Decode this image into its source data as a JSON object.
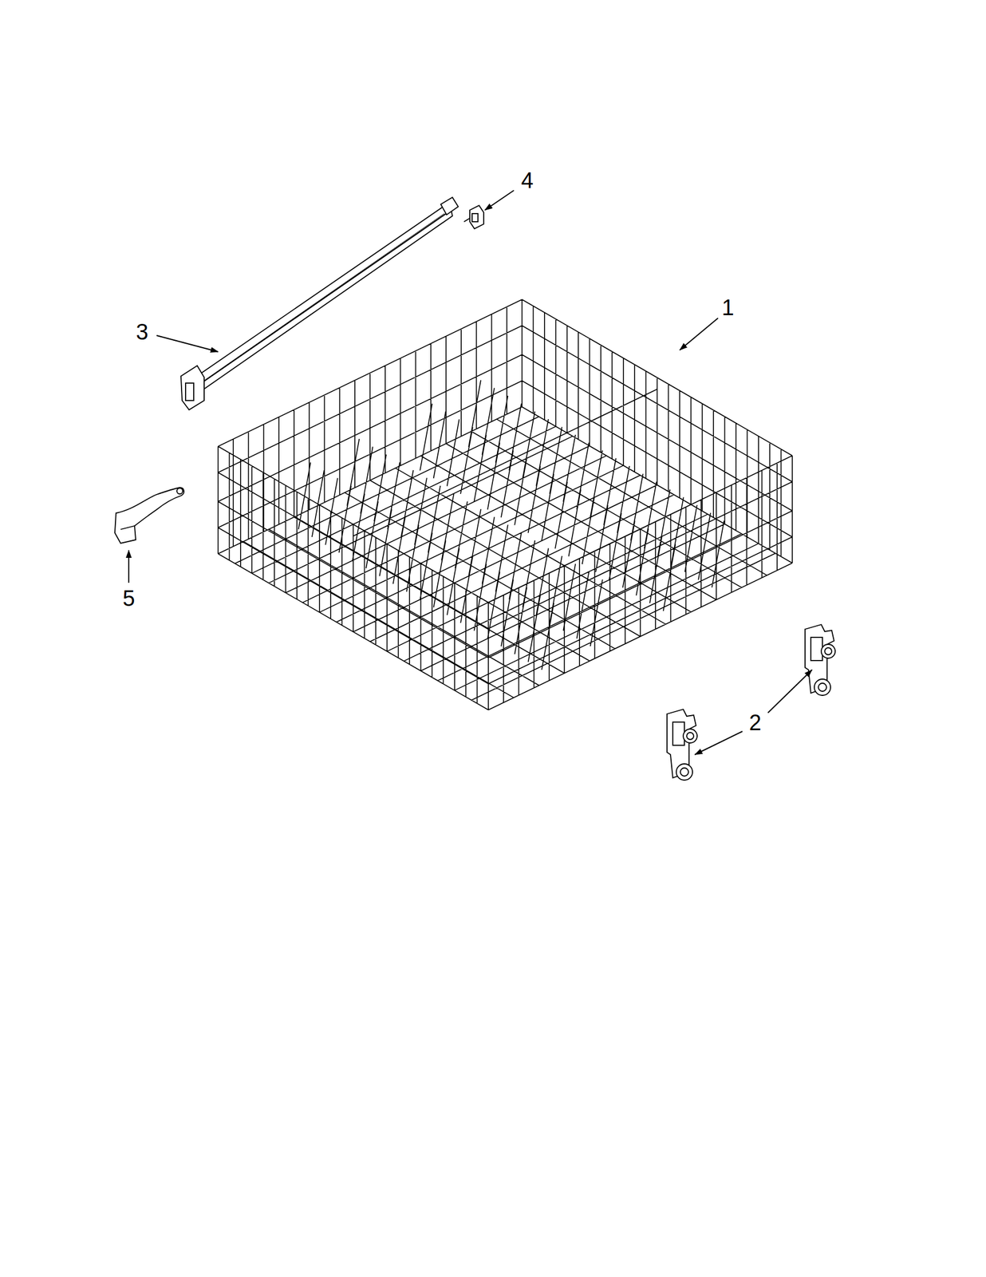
{
  "diagram": {
    "labels": [
      "4",
      "1",
      "3",
      "5",
      "2"
    ]
  }
}
